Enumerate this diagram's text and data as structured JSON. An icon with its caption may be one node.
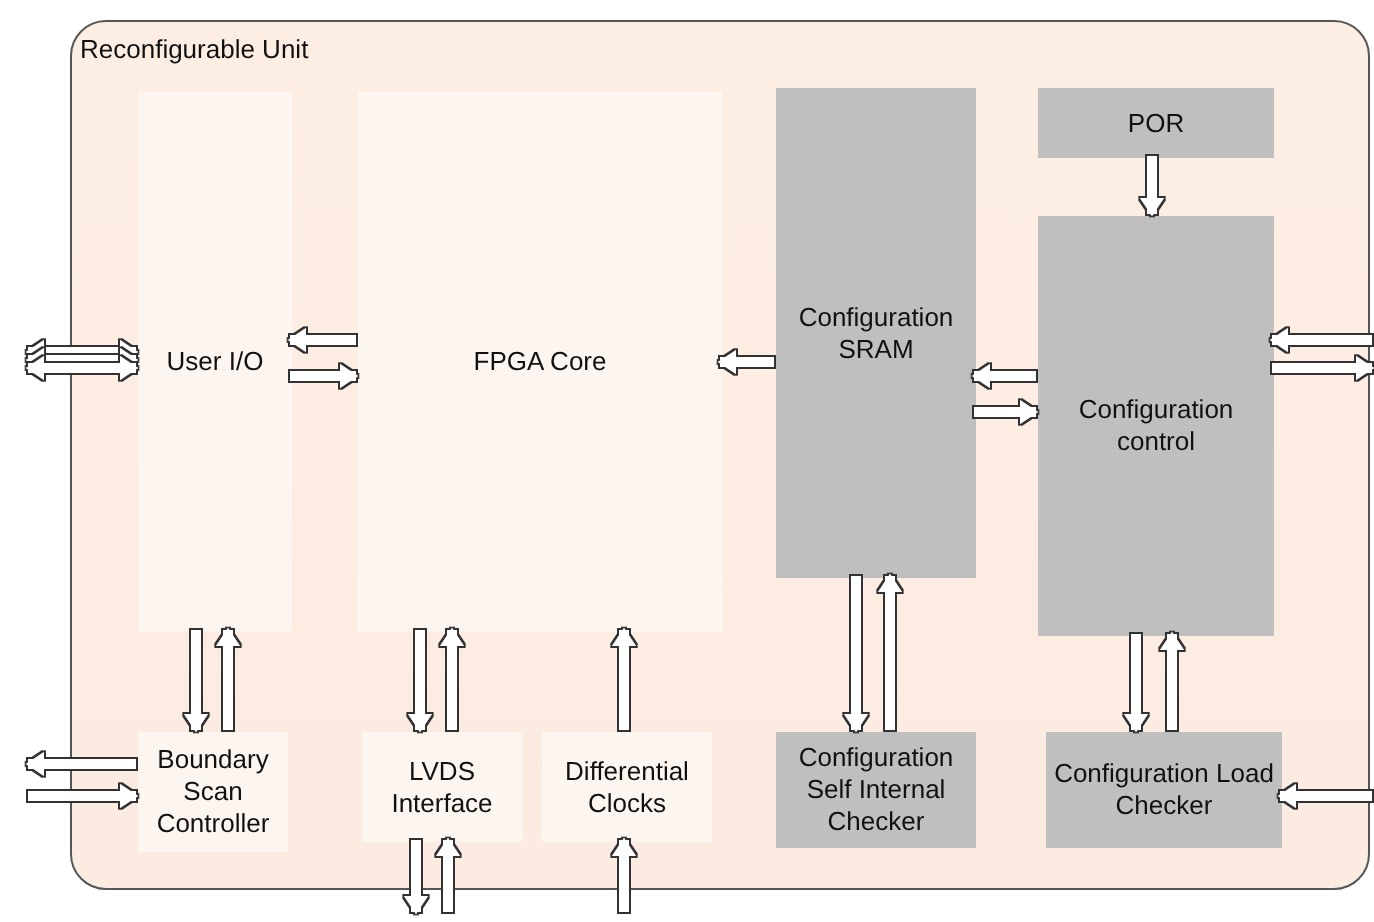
{
  "diagram": {
    "nodes": [
      {
        "text": [
          "Reconfigurable Unit"
        ]
      },
      {
        "text": [
          "User I/O"
        ],
        "in": 0
      },
      {
        "text": [
          "FPGA Core"
        ],
        "in": 0
      },
      {
        "text": [
          "Configuration SRAM"
        ],
        "in": 0
      },
      {
        "text": [
          "POR"
        ],
        "in": 0
      },
      {
        "text": [
          "Configuration control"
        ],
        "in": 0
      },
      {
        "text": [
          "Boundary Scan Controller"
        ],
        "in": 0
      },
      {
        "text": [
          "LVDS Interface"
        ],
        "in": 0
      },
      {
        "text": [
          "Differential Clocks"
        ],
        "in": 0
      },
      {
        "text": [
          "Configuration Self Internal Checker"
        ],
        "in": 0
      },
      {
        "text": [
          "Configuration Load Checker"
        ],
        "in": 0
      }
    ],
    "edges": [
      {
        "from": null,
        "to": 1,
        "arrow": "both"
      },
      {
        "from": null,
        "to": 1,
        "arrow": "both"
      },
      {
        "from": null,
        "to": 1,
        "arrow": "both"
      },
      {
        "from": 2,
        "to": 1,
        "arrow": "to"
      },
      {
        "from": 1,
        "to": 2,
        "arrow": "to"
      },
      {
        "from": 3,
        "to": 2,
        "arrow": "to"
      },
      {
        "from": 5,
        "to": 3,
        "arrow": "to"
      },
      {
        "from": 3,
        "to": 5,
        "arrow": "to"
      },
      {
        "from": 4,
        "to": 5,
        "arrow": "to"
      },
      {
        "from": null,
        "to": 5,
        "arrow": "to"
      },
      {
        "from": 5,
        "to": null,
        "arrow": "to"
      },
      {
        "from": 1,
        "to": 6,
        "arrow": "to"
      },
      {
        "from": 6,
        "to": 1,
        "arrow": "to"
      },
      {
        "from": 2,
        "to": 7,
        "arrow": "to"
      },
      {
        "from": 7,
        "to": 2,
        "arrow": "to"
      },
      {
        "from": 8,
        "to": 2,
        "arrow": "to"
      },
      {
        "from": 3,
        "to": 9,
        "arrow": "to"
      },
      {
        "from": 9,
        "to": 3,
        "arrow": "to"
      },
      {
        "from": 5,
        "to": 10,
        "arrow": "to"
      },
      {
        "from": 10,
        "to": 5,
        "arrow": "to"
      },
      {
        "from": 6,
        "to": null,
        "arrow": "to"
      },
      {
        "from": null,
        "to": 6,
        "arrow": "to"
      },
      {
        "from": 7,
        "to": null,
        "arrow": "to"
      },
      {
        "from": null,
        "to": 7,
        "arrow": "to"
      },
      {
        "from": null,
        "to": 8,
        "arrow": "to"
      },
      {
        "from": null,
        "to": 10,
        "arrow": "to"
      }
    ]
  }
}
